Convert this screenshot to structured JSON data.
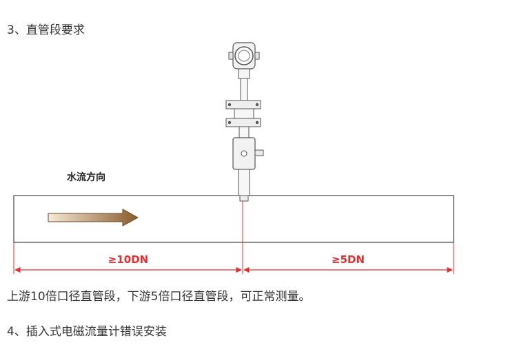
{
  "section3": {
    "heading": "3、直管段要求",
    "diagram": {
      "flow_label": "水流方向",
      "upstream_label": "≥10DN",
      "downstream_label": "≥5DN",
      "colors": {
        "dimension": "#e03030",
        "pipe_outline": "#444444",
        "arrow_start": "#f5ead8",
        "arrow_end": "#8a5a2a",
        "meter": "#555555"
      }
    },
    "caption": "上游10倍口径直管段，下游5倍口径直管段，可正常测量。"
  },
  "section4": {
    "heading": "4、插入式电磁流量计错误安装"
  }
}
